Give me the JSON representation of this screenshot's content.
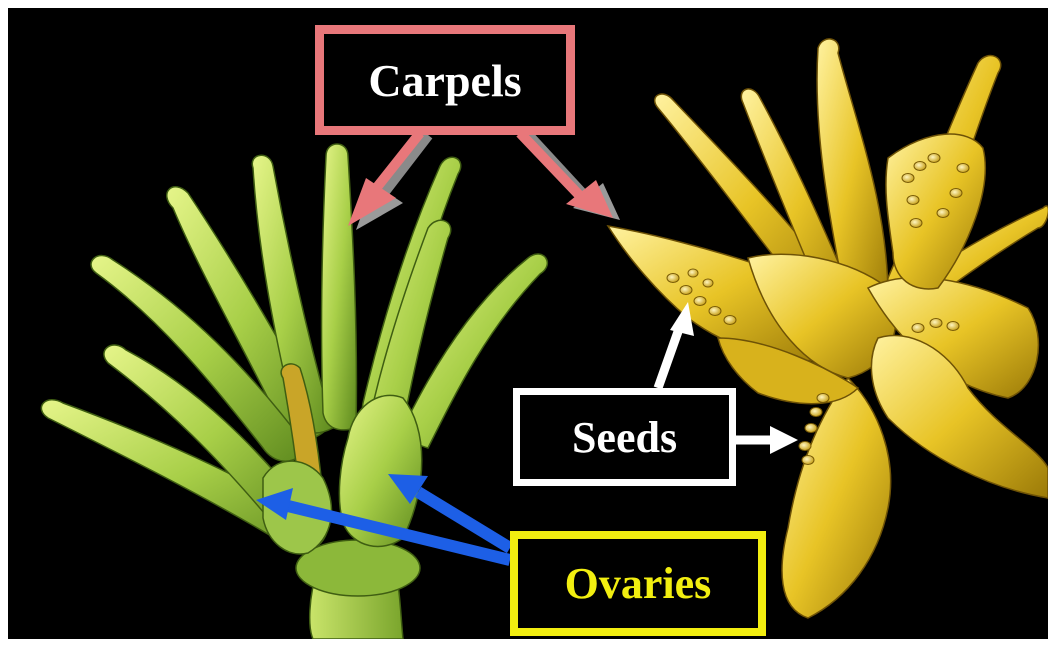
{
  "labels": {
    "carpels": "Carpels",
    "seeds": "Seeds",
    "ovaries": "Ovaries"
  },
  "colors": {
    "background": "#000000",
    "carpels_box": "#e8777a",
    "carpels_text": "#ffffff",
    "seeds_box": "#ffffff",
    "seeds_text": "#ffffff",
    "ovaries_box": "#f2ee10",
    "ovaries_text": "#f2ee10",
    "ovaries_arrow": "#1d5fe6",
    "seeds_arrow": "#ffffff",
    "carpels_arrow": "#e8777a"
  }
}
